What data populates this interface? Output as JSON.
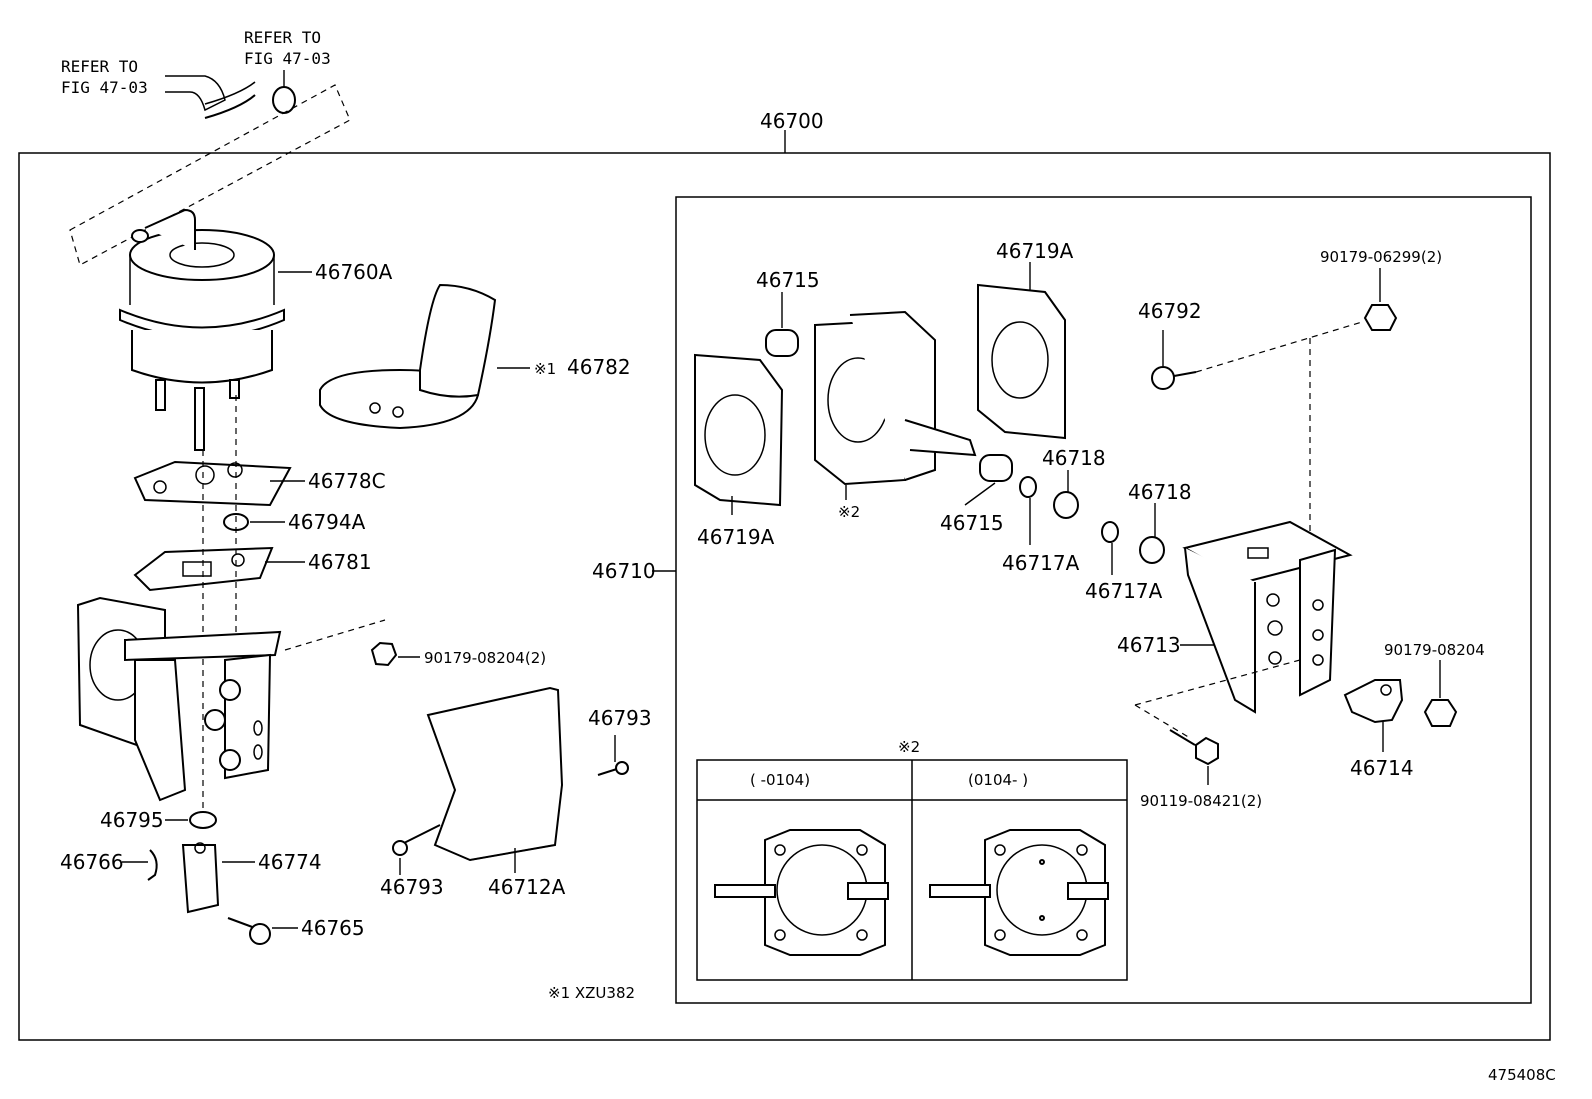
{
  "refs": {
    "left_line1": "REFER TO",
    "left_line2": "FIG 47-03",
    "top_line1": "REFER TO",
    "top_line2": "FIG 47-03"
  },
  "parts": {
    "p46700": "46700",
    "p46760A": "46760A",
    "p46782_mark": "※1",
    "p46782": "46782",
    "p46778C": "46778C",
    "p46794A": "46794A",
    "p46781": "46781",
    "p90179_08204_2": "90179-08204(2)",
    "p46795": "46795",
    "p46766": "46766",
    "p46774": "46774",
    "p46765": "46765",
    "p46793_top": "46793",
    "p46793_bottom": "46793",
    "p46712A": "46712A",
    "p46710": "46710",
    "p46715_top": "46715",
    "p46719A_top": "46719A",
    "p46719A_left": "46719A",
    "p46715_mid": "46715",
    "p46718_a": "46718",
    "p46718_b": "46718",
    "p46717A_a": "46717A",
    "p46717A_b": "46717A",
    "p46792": "46792",
    "p90179_06299_2": "90179-06299(2)",
    "p46713": "46713",
    "p90179_08204": "90179-08204",
    "p46714": "46714",
    "p90119_08421_2": "90119-08421(2)",
    "mark2_gasket": "※2"
  },
  "inset": {
    "title": "※2",
    "col1_label": "(      -0104)",
    "col2_label": "(0104-      )"
  },
  "footnote": "※1 XZU382",
  "figure_code": "475408C"
}
